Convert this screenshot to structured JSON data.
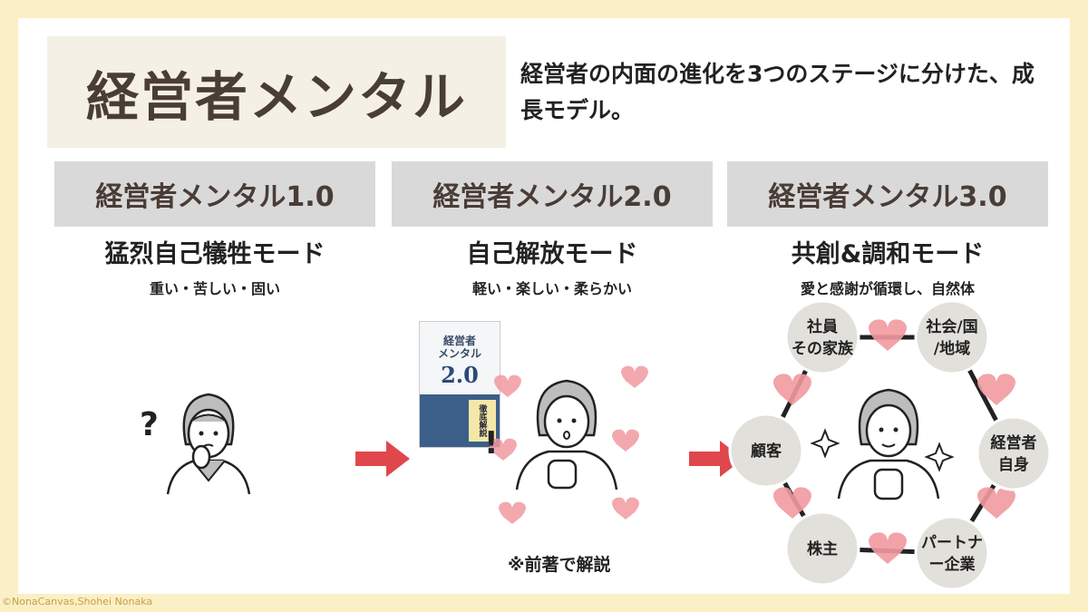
{
  "header": {
    "title": "経営者メンタル",
    "subtitle": "経営者の内面の進化を3つのステージに分けた、成長モデル。"
  },
  "stages": [
    {
      "label": "経営者メンタル1.0",
      "mode": "猛烈自己犠牲モード",
      "description": "重い・苦しい・固い"
    },
    {
      "label": "経営者メンタル2.0",
      "mode": "自己解放モード",
      "description": "軽い・楽しい・柔らかい"
    },
    {
      "label": "経営者メンタル3.0",
      "mode": "共創&調和モード",
      "description": "愛と感謝が循環し、自然体"
    }
  ],
  "book": {
    "title": "経営者\nメンタル",
    "number": "2.0",
    "band": "徹底解説"
  },
  "note": "※前著で解説",
  "circle_nodes": [
    {
      "line1": "社員",
      "line2": "その家族"
    },
    {
      "line1": "社会/国",
      "line2": "/地域"
    },
    {
      "line1": "経営者",
      "line2": "自身"
    },
    {
      "line1": "パートナ",
      "line2": "ー企業"
    },
    {
      "line1": "株主",
      "line2": ""
    },
    {
      "line1": "顧客",
      "line2": ""
    }
  ],
  "credit": "©NonaCanvas,Shohei Nonaka",
  "colors": {
    "background": "#fbefc6",
    "title_box": "#f4f0e5",
    "stage_box": "#d9d9d9",
    "arrow": "#e0474c",
    "heart": "#f19aa0",
    "node": "#e2e0da"
  }
}
